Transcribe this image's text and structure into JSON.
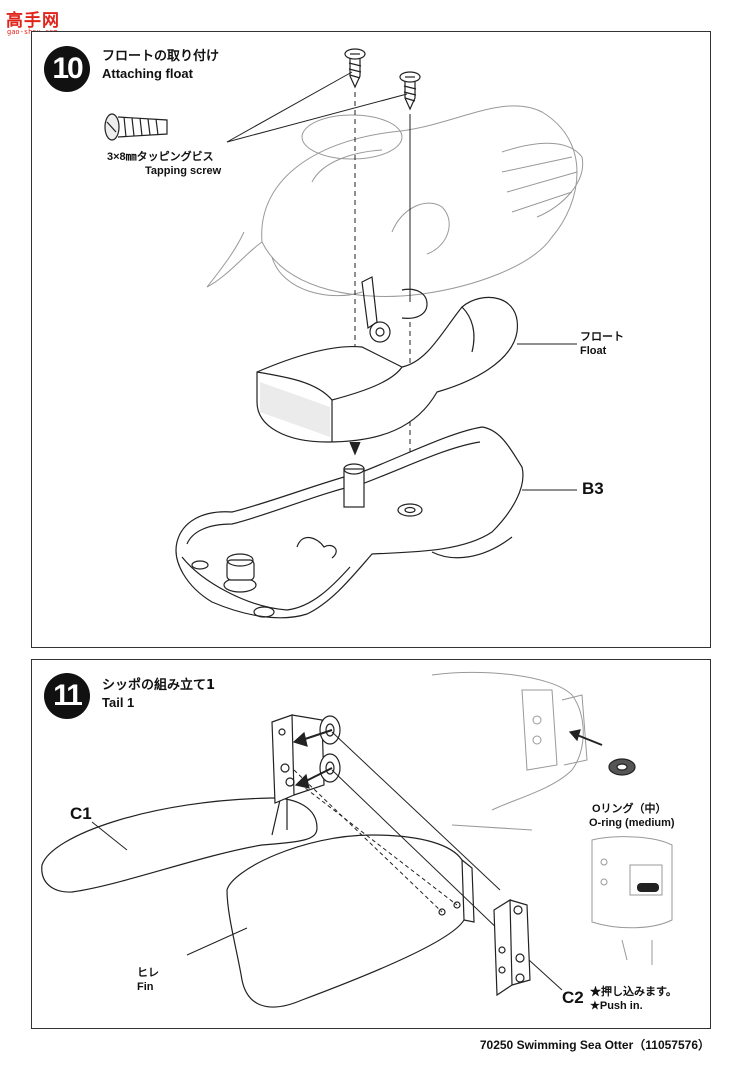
{
  "logo": {
    "text": "高手网",
    "sub": "gao-shou.com"
  },
  "step10": {
    "number": "10",
    "title_jp": "フロートの取り付け",
    "title_en": "Attaching float",
    "screw_jp": "3×8㎜タッピングビス",
    "screw_en": "Tapping screw",
    "float_jp": "フロート",
    "float_en": "Float",
    "part": "B3"
  },
  "step11": {
    "number": "11",
    "title_jp": "シッポの組み立て1",
    "title_en": "Tail 1",
    "part_c1": "C1",
    "part_c2": "C2",
    "fin_jp": "ヒレ",
    "fin_en": "Fin",
    "oring_jp": "Oリング（中）",
    "oring_en": "O-ring (medium)",
    "push_jp": "★押し込みます。",
    "push_en": "★Push in."
  },
  "footer": {
    "text": "70250 Swimming Sea Otter（11057576）"
  }
}
